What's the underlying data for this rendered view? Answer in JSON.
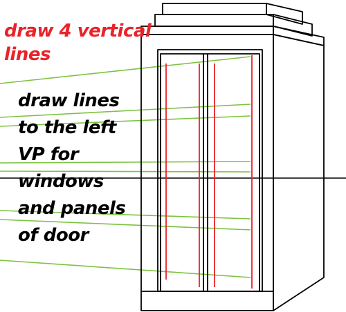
{
  "red_note": {
    "lines": [
      "draw 4 vertical",
      "lines"
    ],
    "color": "#e8232a"
  },
  "black_note": {
    "lines": [
      "draw lines",
      "to the left",
      "VP for",
      "windows",
      "and panels",
      "of door"
    ],
    "color": "#000000"
  },
  "colors": {
    "outline": "#000000",
    "vertical_guides": "#e8232a",
    "vp_lines": "#7dc242",
    "horizon": "#000000",
    "background": "#ffffff"
  }
}
